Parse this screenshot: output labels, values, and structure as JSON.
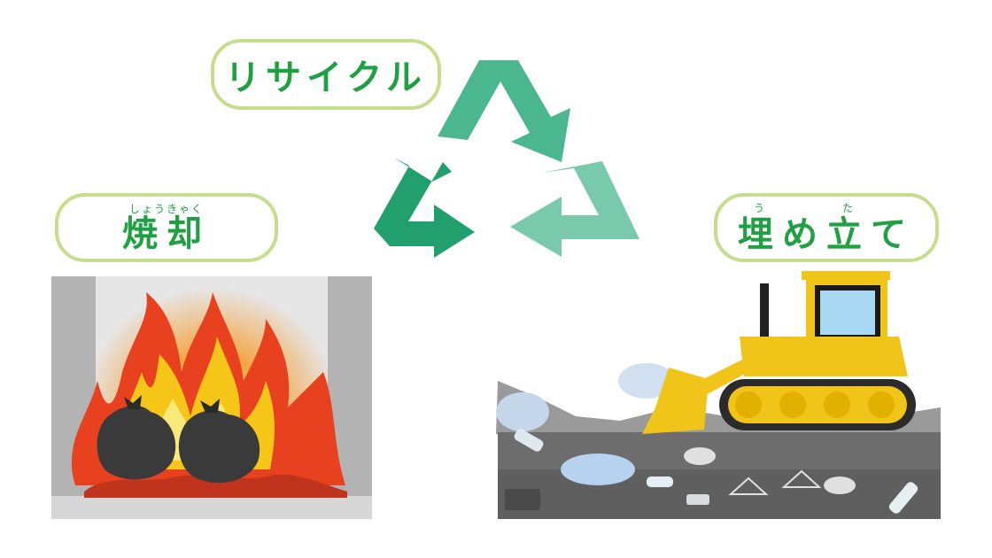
{
  "labels": {
    "recycle": "リサイクル",
    "burn": {
      "ruby": "しょうきゃく",
      "text": "焼却"
    },
    "landfill": {
      "segments": [
        {
          "ruby": "う",
          "text": "埋"
        },
        {
          "ruby": "",
          "text": "め"
        },
        {
          "ruby": "た",
          "text": "立"
        },
        {
          "ruby": "",
          "text": "て"
        }
      ]
    }
  },
  "colors": {
    "label_text": "#1fa043",
    "label_border": "#c6dd8c",
    "recycle_arrow_dark": "#21a06e",
    "recycle_arrow_mid": "#4bb78f",
    "recycle_arrow_light": "#79c9ad",
    "fire": "#e8411f",
    "bulldozer": "#f0c419",
    "ground": "#6d6d6d"
  },
  "icons": {
    "recycle": "recycle-icon",
    "incinerator": "incinerator-fire-icon",
    "landfill": "bulldozer-landfill-icon"
  }
}
